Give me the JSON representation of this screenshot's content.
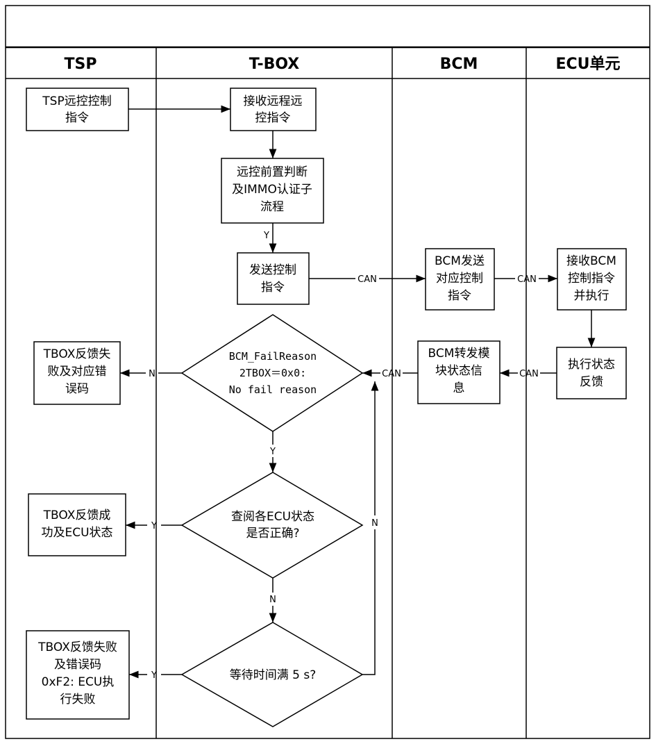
{
  "lanes": [
    {
      "id": "tsp",
      "title": "TSP"
    },
    {
      "id": "tbox",
      "title": "T-BOX"
    },
    {
      "id": "bcm",
      "title": "BCM"
    },
    {
      "id": "ecu",
      "title": "ECU单元"
    }
  ],
  "nodes": {
    "tsp_cmd": [
      "TSP远控控制",
      "指令"
    ],
    "recv_cmd": [
      "接收远程远",
      "控指令"
    ],
    "pre_check": [
      "远控前置判断",
      "及IMMO认证子",
      "流程"
    ],
    "send_cmd": [
      "发送控制",
      "指令"
    ],
    "bcm_send": [
      "BCM发送",
      "对应控制",
      "指令"
    ],
    "ecu_recv": [
      "接收BCM",
      "控制指令",
      "并执行"
    ],
    "ecu_feedback": [
      "执行状态",
      "反馈"
    ],
    "bcm_forward": [
      "BCM转发模",
      "块状态信",
      "息"
    ],
    "fail_reason": [
      "BCM_FailReason",
      "2TBOX＝0x0:",
      "No fail reason"
    ],
    "tbox_fail_code": [
      "TBOX反馈失",
      "败及对应错",
      "误码"
    ],
    "check_ecu": [
      "查阅各ECU状态",
      "是否正确?"
    ],
    "tbox_success": [
      "TBOX反馈成",
      "功及ECU状态"
    ],
    "wait_5s": [
      "等待时间满 5 s?"
    ],
    "tbox_fail_timeout": [
      "TBOX反馈失败",
      "及错误码",
      "0xF2: ECU执",
      "行失败"
    ]
  },
  "edge_labels": {
    "y1": "Y",
    "can1": "CAN",
    "can2": "CAN",
    "can3": "CAN",
    "can4": "CAN",
    "n1": "N",
    "y2": "Y",
    "y3": "Y",
    "n2": "N",
    "n3": "N",
    "y4": "Y"
  }
}
